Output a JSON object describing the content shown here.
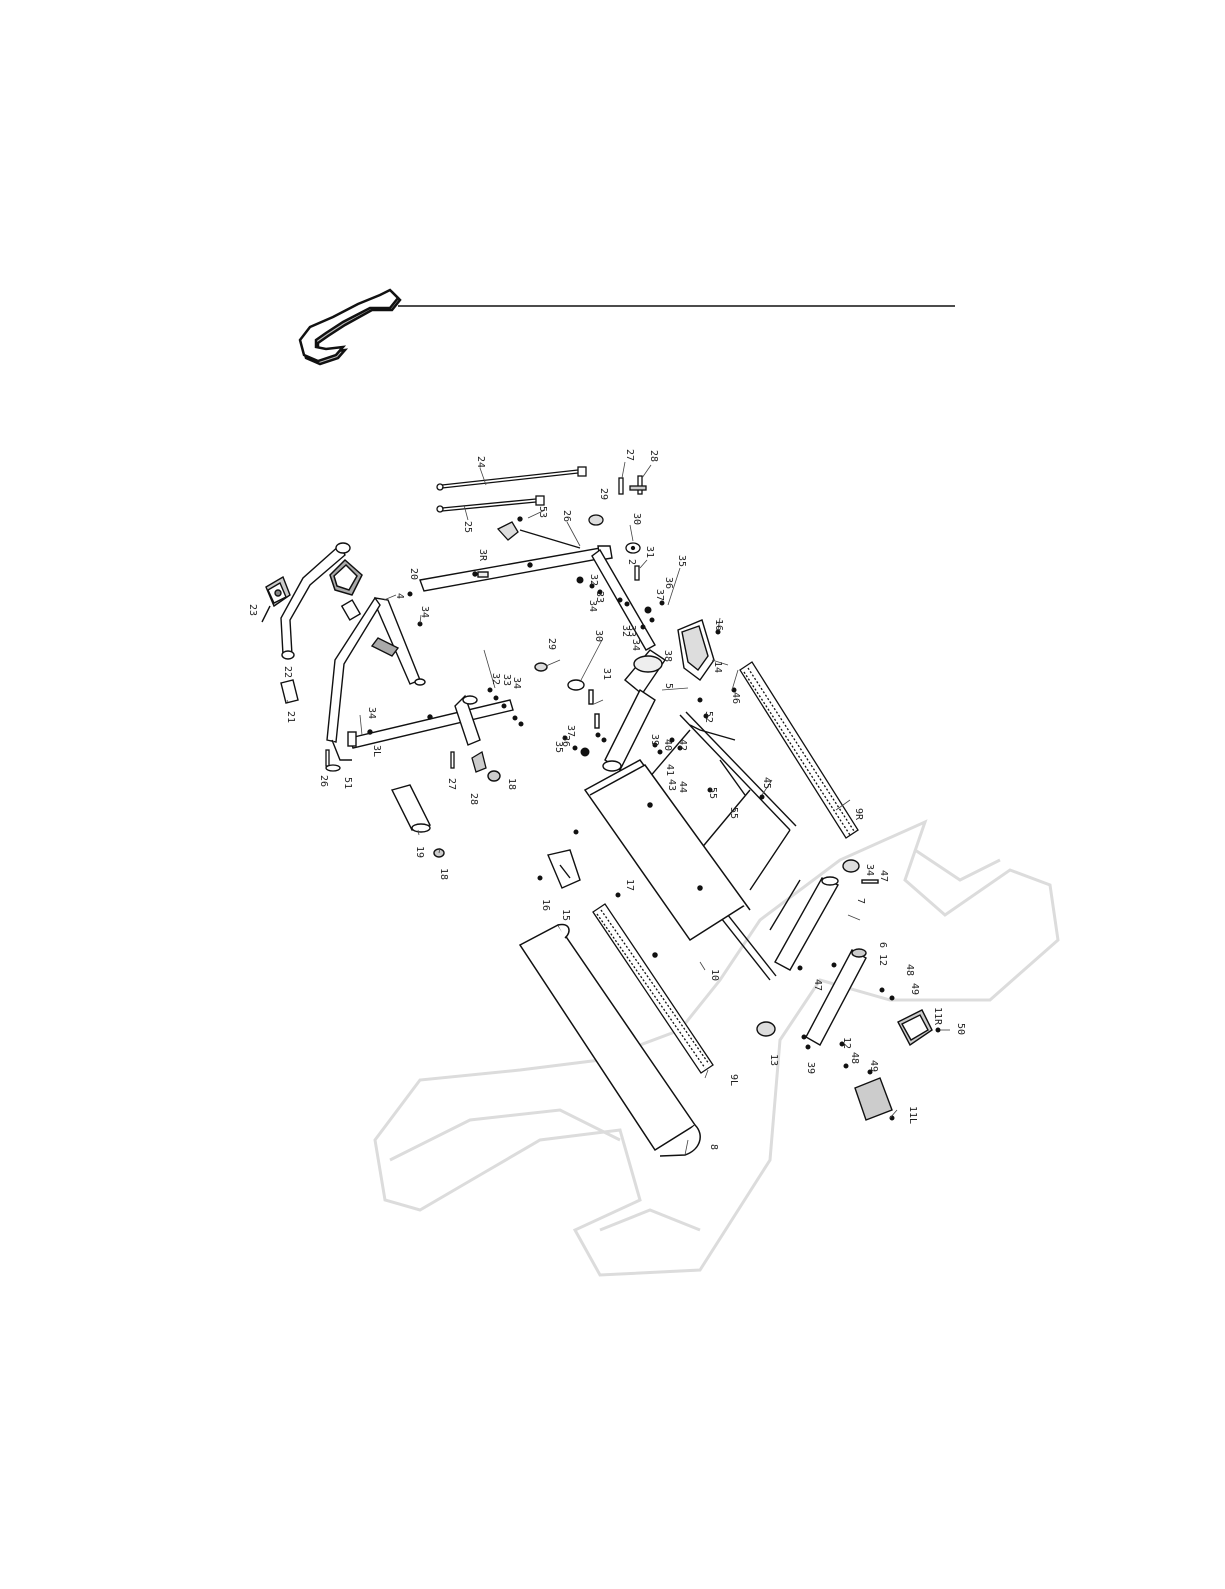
{
  "page": {
    "background": "#ffffff",
    "line_color": "#111111",
    "watermark_color": "#dddddd"
  },
  "icons": {
    "header": "wrench-icon",
    "watermark": "wrench-watermark-icon"
  },
  "diagram": {
    "type": "exploded-view parts diagram",
    "part_labels": [
      {
        "id": "label-24",
        "text": "24"
      },
      {
        "id": "label-25",
        "text": "25"
      },
      {
        "id": "label-26",
        "text": "26"
      },
      {
        "id": "label-53",
        "text": "53"
      },
      {
        "id": "label-27-top",
        "text": "27"
      },
      {
        "id": "label-28-top",
        "text": "28"
      },
      {
        "id": "label-29-top",
        "text": "29"
      },
      {
        "id": "label-30-top",
        "text": "30"
      },
      {
        "id": "label-31-top",
        "text": "31"
      },
      {
        "id": "label-2",
        "text": "2"
      },
      {
        "id": "label-35-top",
        "text": "35"
      },
      {
        "id": "label-36-top",
        "text": "36"
      },
      {
        "id": "label-37-top",
        "text": "37"
      },
      {
        "id": "label-3R",
        "text": "3R"
      },
      {
        "id": "label-32-top",
        "text": "32"
      },
      {
        "id": "label-33-top",
        "text": "33"
      },
      {
        "id": "label-34-top",
        "text": "34"
      },
      {
        "id": "label-20",
        "text": "20"
      },
      {
        "id": "label-34-upright",
        "text": "34"
      },
      {
        "id": "label-4",
        "text": "4"
      },
      {
        "id": "label-23",
        "text": "23"
      },
      {
        "id": "label-22",
        "text": "22"
      },
      {
        "id": "label-21",
        "text": "21"
      },
      {
        "id": "label-29-mid",
        "text": "29"
      },
      {
        "id": "label-30-mid",
        "text": "30"
      },
      {
        "id": "label-31-mid",
        "text": "31"
      },
      {
        "id": "label-32-mid",
        "text": "32"
      },
      {
        "id": "label-33-mid",
        "text": "33"
      },
      {
        "id": "label-34-mid",
        "text": "34"
      },
      {
        "id": "label-38",
        "text": "38"
      },
      {
        "id": "label-5",
        "text": "5"
      },
      {
        "id": "label-16-top",
        "text": "16"
      },
      {
        "id": "label-14",
        "text": "14"
      },
      {
        "id": "label-46",
        "text": "46"
      },
      {
        "id": "label-52",
        "text": "52"
      },
      {
        "id": "label-32-left",
        "text": "32"
      },
      {
        "id": "label-33-left",
        "text": "33"
      },
      {
        "id": "label-34-left",
        "text": "34"
      },
      {
        "id": "label-34-bar",
        "text": "34"
      },
      {
        "id": "label-3L",
        "text": "3L"
      },
      {
        "id": "label-35-mid",
        "text": "35"
      },
      {
        "id": "label-36-mid",
        "text": "36"
      },
      {
        "id": "label-37-mid",
        "text": "37"
      },
      {
        "id": "label-39",
        "text": "39"
      },
      {
        "id": "label-40",
        "text": "40"
      },
      {
        "id": "label-41",
        "text": "41"
      },
      {
        "id": "label-42",
        "text": "42"
      },
      {
        "id": "label-43",
        "text": "43"
      },
      {
        "id": "label-44",
        "text": "44"
      },
      {
        "id": "label-26-left",
        "text": "26"
      },
      {
        "id": "label-51",
        "text": "51"
      },
      {
        "id": "label-27-left",
        "text": "27"
      },
      {
        "id": "label-28-left",
        "text": "28"
      },
      {
        "id": "label-18-top",
        "text": "18"
      },
      {
        "id": "label-45",
        "text": "45"
      },
      {
        "id": "label-55-a",
        "text": "55"
      },
      {
        "id": "label-55-b",
        "text": "55"
      },
      {
        "id": "label-9R",
        "text": "9R"
      },
      {
        "id": "label-19",
        "text": "19"
      },
      {
        "id": "label-18-bottom",
        "text": "18"
      },
      {
        "id": "label-16-bottom",
        "text": "16"
      },
      {
        "id": "label-15",
        "text": "15"
      },
      {
        "id": "label-17",
        "text": "17"
      },
      {
        "id": "label-34-bottom",
        "text": "34"
      },
      {
        "id": "label-47-right",
        "text": "47"
      },
      {
        "id": "label-7",
        "text": "7"
      },
      {
        "id": "label-6",
        "text": "6"
      },
      {
        "id": "label-12-top",
        "text": "12"
      },
      {
        "id": "label-48-top",
        "text": "48"
      },
      {
        "id": "label-49-top",
        "text": "49"
      },
      {
        "id": "label-10",
        "text": "10"
      },
      {
        "id": "label-47",
        "text": "47"
      },
      {
        "id": "label-13",
        "text": "13"
      },
      {
        "id": "label-11R",
        "text": "11R"
      },
      {
        "id": "label-50",
        "text": "50"
      },
      {
        "id": "label-12-bottom",
        "text": "12"
      },
      {
        "id": "label-48-bottom",
        "text": "48"
      },
      {
        "id": "label-49-bottom",
        "text": "49"
      },
      {
        "id": "label-39-bottom",
        "text": "39"
      },
      {
        "id": "label-9L",
        "text": "9L"
      },
      {
        "id": "label-11L",
        "text": "11L"
      },
      {
        "id": "label-8",
        "text": "8"
      }
    ]
  }
}
